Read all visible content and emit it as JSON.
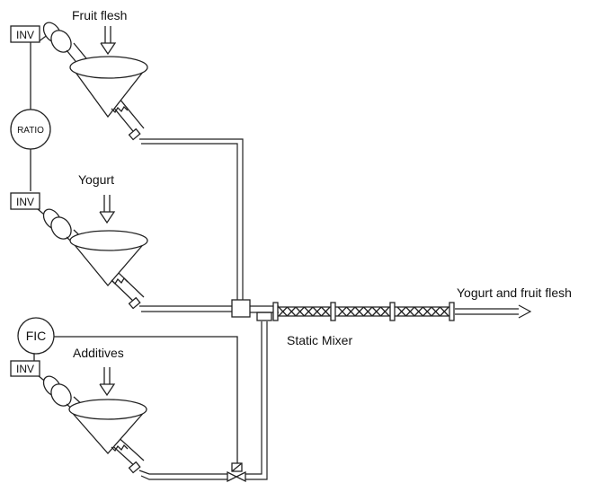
{
  "diagram": {
    "feeds": {
      "fruit": {
        "label": "Fruit flesh"
      },
      "yogurt": {
        "label": "Yogurt"
      },
      "additives": {
        "label": "Additives"
      }
    },
    "instruments": {
      "inv_top": "INV",
      "inv_middle": "INV",
      "inv_bottom": "INV",
      "ratio": "RATIO",
      "fic": "FIC"
    },
    "mixer": {
      "label": "Static Mixer"
    },
    "output": {
      "label": "Yogurt and fruit flesh"
    }
  }
}
